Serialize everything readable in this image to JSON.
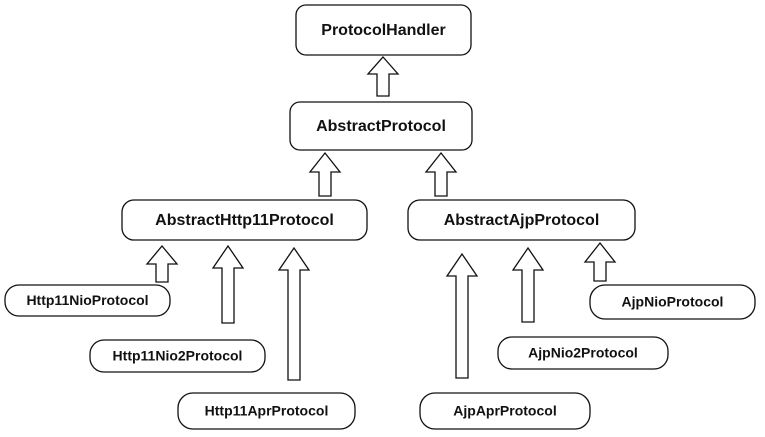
{
  "diagram": {
    "nodes": {
      "protocol_handler": "ProtocolHandler",
      "abstract_protocol": "AbstractProtocol",
      "abstract_http11_protocol": "AbstractHttp11Protocol",
      "abstract_ajp_protocol": "AbstractAjpProtocol",
      "http11_nio_protocol": "Http11NioProtocol",
      "http11_nio2_protocol": "Http11Nio2Protocol",
      "http11_apr_protocol": "Http11AprProtocol",
      "ajp_nio_protocol": "AjpNioProtocol",
      "ajp_nio2_protocol": "AjpNio2Protocol",
      "ajp_apr_protocol": "AjpAprProtocol"
    },
    "edges": [
      {
        "from": "abstract_protocol",
        "to": "protocol_handler",
        "type": "inheritance"
      },
      {
        "from": "abstract_http11_protocol",
        "to": "abstract_protocol",
        "type": "inheritance"
      },
      {
        "from": "abstract_ajp_protocol",
        "to": "abstract_protocol",
        "type": "inheritance"
      },
      {
        "from": "http11_nio_protocol",
        "to": "abstract_http11_protocol",
        "type": "inheritance"
      },
      {
        "from": "http11_nio2_protocol",
        "to": "abstract_http11_protocol",
        "type": "inheritance"
      },
      {
        "from": "http11_apr_protocol",
        "to": "abstract_http11_protocol",
        "type": "inheritance"
      },
      {
        "from": "ajp_nio_protocol",
        "to": "abstract_ajp_protocol",
        "type": "inheritance"
      },
      {
        "from": "ajp_nio2_protocol",
        "to": "abstract_ajp_protocol",
        "type": "inheritance"
      },
      {
        "from": "ajp_apr_protocol",
        "to": "abstract_ajp_protocol",
        "type": "inheritance"
      }
    ]
  }
}
